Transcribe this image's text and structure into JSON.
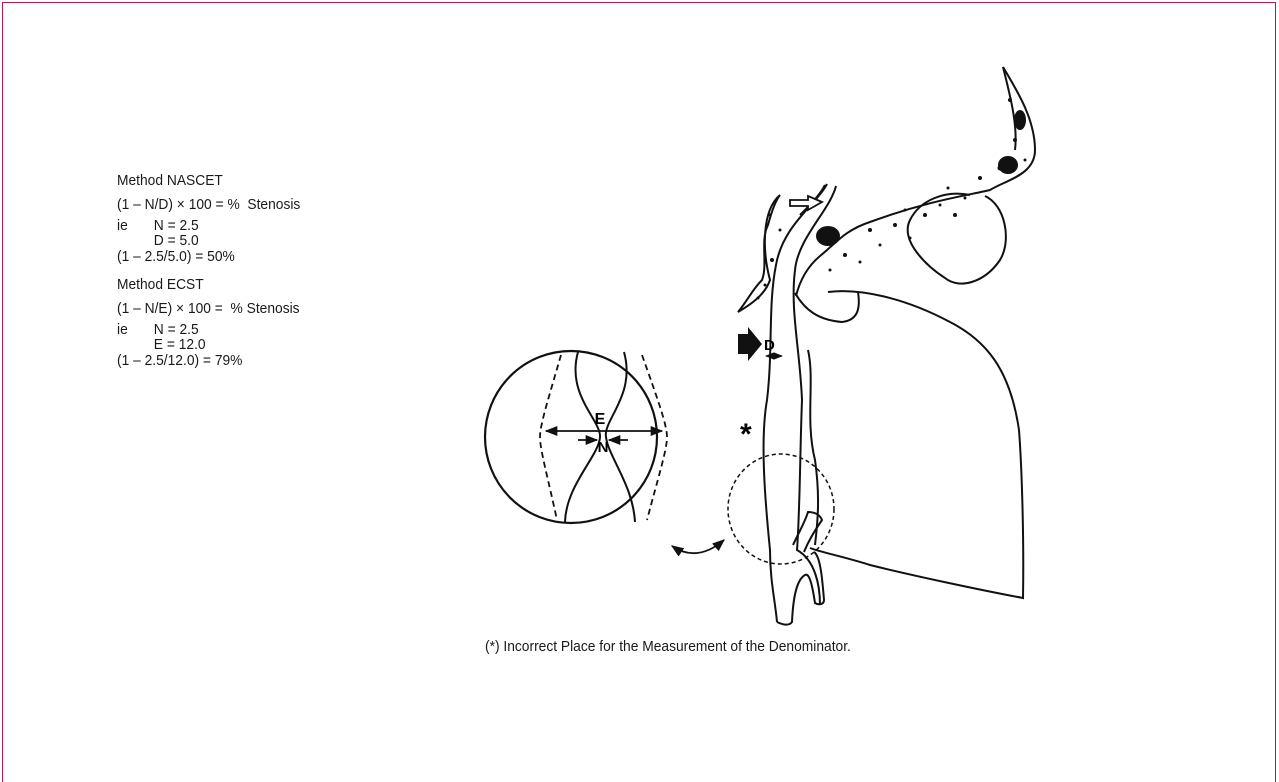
{
  "nascet": {
    "heading": "Method NASCET",
    "formula": "(1 – N/D) × 100 = %  Stenosis",
    "ie_label": "ie",
    "n_value": "N = 2.5",
    "d_value": "D = 5.0",
    "result": "(1 – 2.5/5.0) = 50%"
  },
  "ecst": {
    "heading": "Method ECST",
    "formula": "(1 – N/E) × 100 =  % Stenosis",
    "ie_label": "ie",
    "n_value": "N = 2.5",
    "e_value": "E = 12.0",
    "result": "(1 – 2.5/12.0) = 79%"
  },
  "diagram": {
    "label_d": "D",
    "label_e": "E",
    "label_n": "N",
    "asterisk": "*"
  },
  "caption": "(*) Incorrect Place for the Measurement of the Denominator.",
  "colors": {
    "border": "#b5174f",
    "ink": "#111111"
  }
}
